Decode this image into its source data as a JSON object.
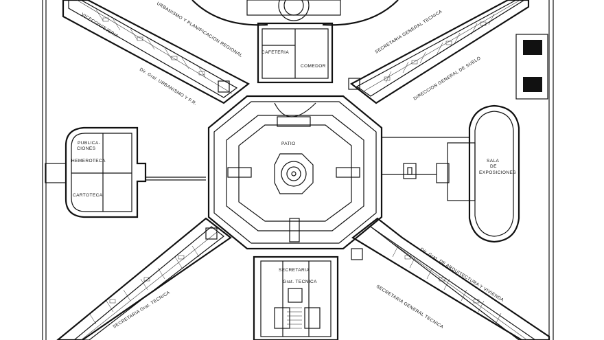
{
  "labels": {
    "top_left_wing_outer": "URBANISMO Y PLANIFICACION REGIONAL",
    "top_left_wing_far": "VICECONSEJERIA",
    "top_left_wing_inner": "Dir. Gral. URBANISMO Y F.R.",
    "top_right_wing_outer": "SECRETARIA GENERAL TECNICA",
    "top_right_wing_inner": "DIRECCION GENERAL DE SUELO",
    "bottom_left_wing_inner": "SECRETARIA Grat. TECNICA",
    "bottom_right_wing_outer": "Dir. Grat. DE ARQUITECTURA Y VIVIENDA",
    "bottom_right_wing_inner": "SECRETARIA GENERAL TECNICA",
    "cafeteria": "CAFETERIA",
    "comedor": "COMEDOR",
    "patio": "PATIO",
    "publicaciones_1": "PUBLICA-",
    "publicaciones_2": "CIONES",
    "hemeroteca": "HEMEROTECA",
    "cartoteca": "CARTOTECA",
    "sala_1": "SALA",
    "sala_2": "DE",
    "sala_3": "EXPOSICIONES",
    "secretaria": "SECRETARIA",
    "grat_tecnica": "Grat. TECNICA"
  }
}
